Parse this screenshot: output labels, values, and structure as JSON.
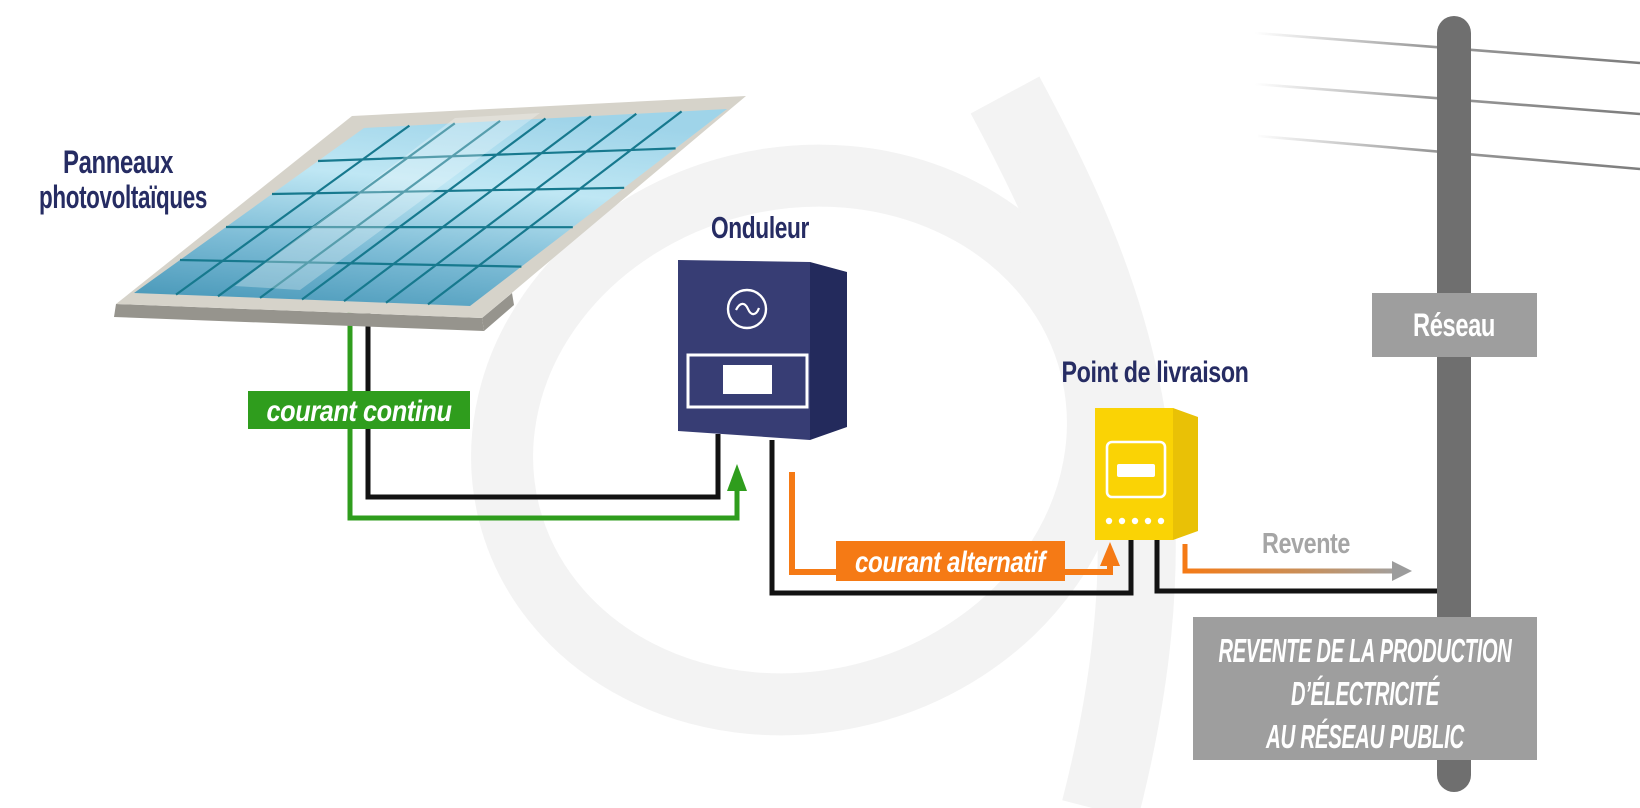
{
  "diagram": {
    "title_implicit": "Schéma installation photovoltaïque",
    "panel_label": {
      "line1": "Panneaux",
      "line2": "photovoltaïques"
    },
    "inverter_label": "Onduleur",
    "delivery_label": "Point de livraison",
    "grid_label": "Réseau",
    "dc_label": "courant continu",
    "ac_label": "courant alternatif",
    "resale_label": "Revente",
    "resale_box_lines": {
      "l1": "REVENTE DE LA PRODUCTION",
      "l2": "D’ÉLECTRICITÉ",
      "l3": "AU RÉSEAU PUBLIC"
    },
    "colors": {
      "dc_green": "#2f9d1d",
      "ac_orange": "#f57a15",
      "wire_black": "#121212",
      "inverter_navy_front": "#373d74",
      "inverter_navy_side": "#232a5c",
      "delivery_yellow_front": "#fad305",
      "delivery_yellow_side": "#e9c106",
      "panel_frame": "#d6d3ca",
      "panel_frame_shadow": "#96948d",
      "grid_gray_box": "#9e9e9e",
      "pole_gray": "#6f6f6f",
      "resale_text_gray": "#a5a5a5",
      "label_navy": "#262c63",
      "watermark_gray": "#f3f3f3"
    }
  }
}
